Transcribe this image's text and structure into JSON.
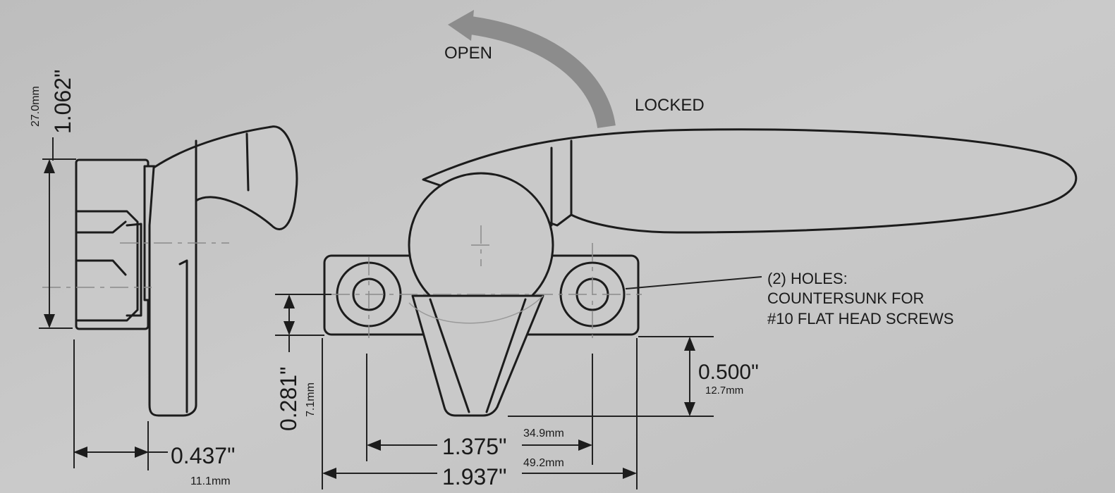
{
  "labels": {
    "open": "OPEN",
    "locked": "LOCKED",
    "holes_note": [
      "(2) HOLES:",
      "COUNTERSUNK FOR",
      "#10 FLAT HEAD SCREWS"
    ]
  },
  "dimensions": {
    "height": {
      "inch": "1.062\"",
      "mm": "27.0mm"
    },
    "depth": {
      "inch": "0.437\"",
      "mm": "11.1mm"
    },
    "hole_offset": {
      "inch": "0.281\"",
      "mm": "7.1mm"
    },
    "stem_drop": {
      "inch": "0.500\"",
      "mm": "12.7mm"
    },
    "hole_spacing": {
      "inch": "1.375\"",
      "mm": "34.9mm"
    },
    "overall_length": {
      "inch": "1.937\"",
      "mm": "49.2mm"
    }
  },
  "colors": {
    "paper": "#c4c4c4",
    "ink": "#1c1c1c",
    "arrow": "#8c8c8c"
  }
}
